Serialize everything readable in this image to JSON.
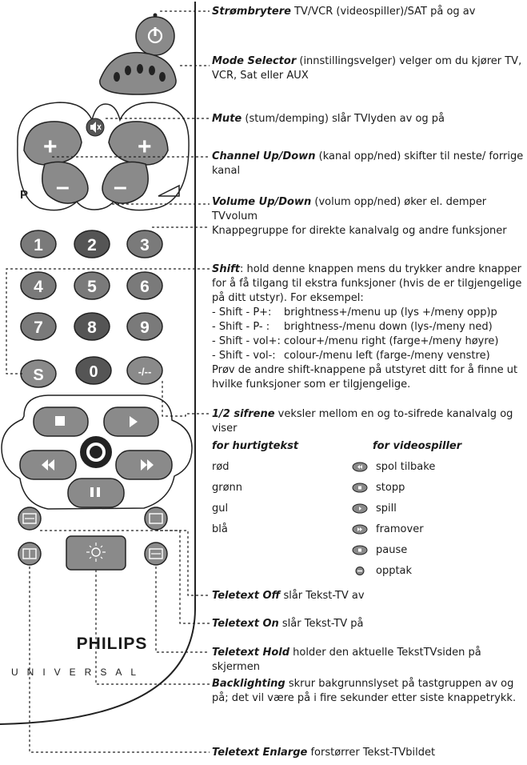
{
  "remote": {
    "p_label": "P",
    "channel_up_symbol": "+",
    "channel_down_symbol": "–",
    "volume_up_symbol": "+",
    "volume_down_symbol": "–",
    "digits": [
      "1",
      "2",
      "3",
      "4",
      "5",
      "6",
      "7",
      "8",
      "9"
    ],
    "shift_key": "S",
    "zero_key": "0",
    "digit_toggle_key": "-/--",
    "brand": "PHILIPS",
    "model": "UNIVERSAL"
  },
  "notes": {
    "power": {
      "term": "Strømbrytere",
      "text": " TV/VCR (videospiller)/SAT på og av"
    },
    "mode": {
      "term": "Mode Selector",
      "text": " (innstillingsvelger) velger om du kjører TV, VCR, Sat eller AUX"
    },
    "mute": {
      "term": "Mute",
      "text": " (stum/demping) slår TVlyden av og på"
    },
    "channel": {
      "term": "Channel Up/Down",
      "text": " (kanal opp/ned) skifter til neste/ forrige kanal"
    },
    "volume": {
      "term": "Volume Up/Down",
      "text": " (volum opp/ned) øker el. demper TVvolum"
    },
    "digits": {
      "text": "Knappegruppe for direkte kanalvalg og andre funksjoner"
    },
    "shift": {
      "term": "Shift",
      "text": ": hold denne knappen mens du trykker andre knapper for å få tilgang til ekstra funksjoner (hvis de er tilgjengelige på ditt utstyr). For eksempel:"
    },
    "shift_rows": [
      {
        "key": "- Shift - P+:",
        "value": "brightness+/menu up (lys +/meny opp)p"
      },
      {
        "key": "- Shift - P- :",
        "value": "brightness-/menu down (lys-/meny ned)"
      },
      {
        "key": "- Shift - vol+:",
        "value": "colour+/menu right (farge+/meny høyre)"
      },
      {
        "key": "- Shift - vol-:",
        "value": "colour-/menu left (farge-/meny venstre)"
      }
    ],
    "shift_after": "Prøv de andre shift-knappene på utstyret ditt for å finne ut hvilke funksjoner som er tilgjengelige.",
    "digit_toggle": {
      "term": "1/2 sifrene",
      "text": " veksler mellom en og to-sifrede kanalvalg og viser"
    },
    "fast_text": {
      "heading": "for hurtigtekst",
      "items": [
        "rød",
        "grønn",
        "gul",
        "blå"
      ]
    },
    "vcr": {
      "heading": "for videospiller",
      "items": [
        "spol tilbake",
        "stopp",
        "spill",
        "framover",
        "pause",
        "opptak"
      ]
    },
    "teletext_off": {
      "term": "Teletext Off",
      "text": " slår Tekst-TV av"
    },
    "teletext_on": {
      "term": "Teletext On",
      "text": " slår Tekst-TV på"
    },
    "teletext_hold": {
      "term": "Teletext Hold",
      "text": " holder den aktuelle TekstTVsiden på skjermen"
    },
    "backlighting": {
      "term": "Backlighting",
      "text": " skrur bakgrunnslyset på tastgruppen av og på; det vil være på i fire sekunder etter siste knappetrykk."
    },
    "teletext_enlarge": {
      "term": "Teletext Enlarge",
      "text": " forstørrer Tekst-TVbildet"
    }
  },
  "colors": {
    "button": "#8a8a8a",
    "button_dark": "#555555",
    "key_red": "#8c8c8c",
    "outline": "#222222"
  }
}
